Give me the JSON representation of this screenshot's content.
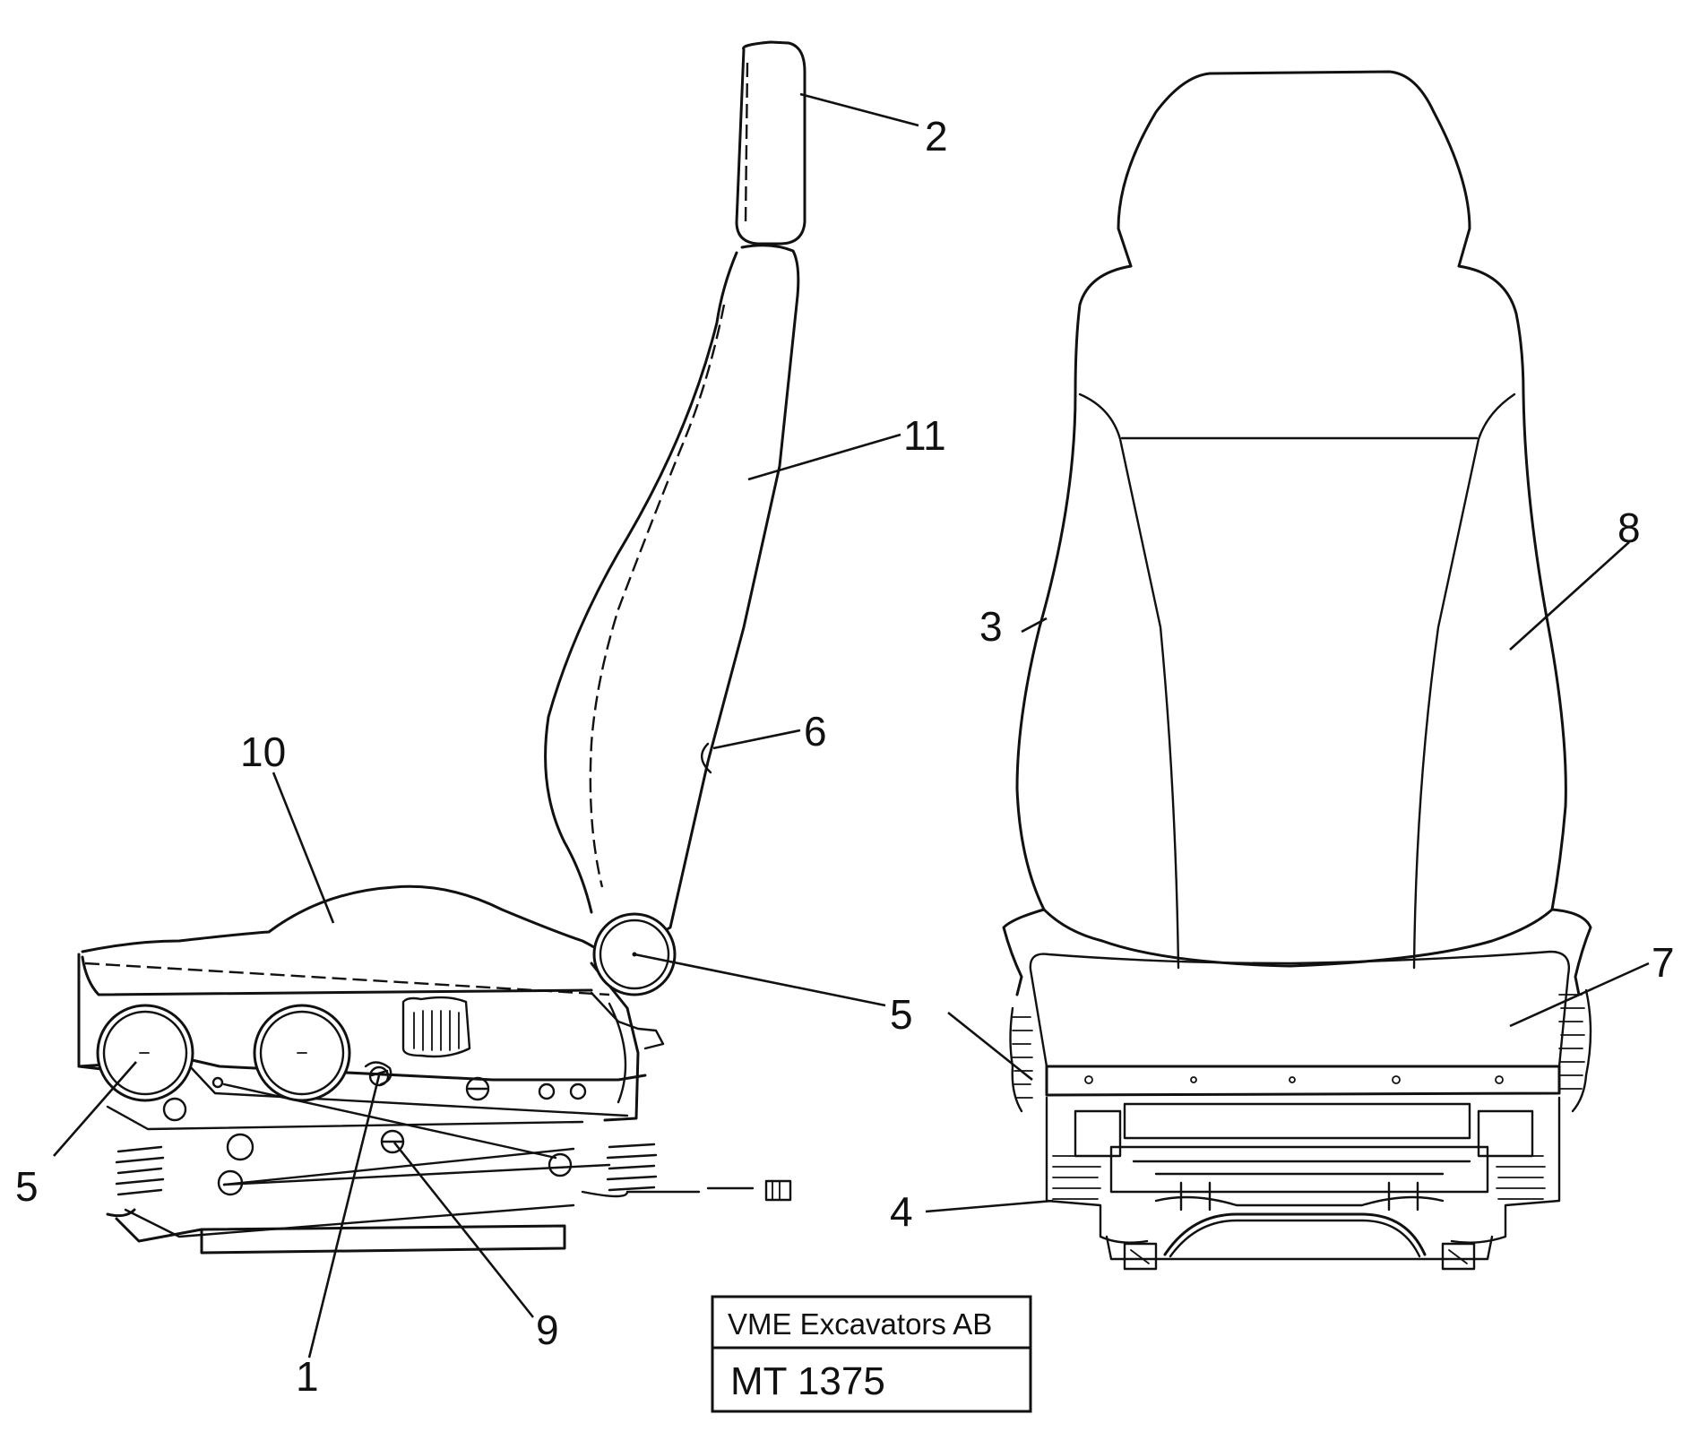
{
  "callouts": [
    {
      "id": "c2",
      "text": "2"
    },
    {
      "id": "c11",
      "text": "11"
    },
    {
      "id": "c6",
      "text": "6"
    },
    {
      "id": "c10",
      "text": "10"
    },
    {
      "id": "c5a",
      "text": "5"
    },
    {
      "id": "c5b",
      "text": "5"
    },
    {
      "id": "c5c",
      "text": "5"
    },
    {
      "id": "c9",
      "text": "9"
    },
    {
      "id": "c1",
      "text": "1"
    },
    {
      "id": "c3",
      "text": "3"
    },
    {
      "id": "c8",
      "text": "8"
    },
    {
      "id": "c7",
      "text": "7"
    },
    {
      "id": "c4",
      "text": "4"
    }
  ],
  "title_block": {
    "company": "VME Excavators AB",
    "drawing_number": "MT 1375"
  }
}
